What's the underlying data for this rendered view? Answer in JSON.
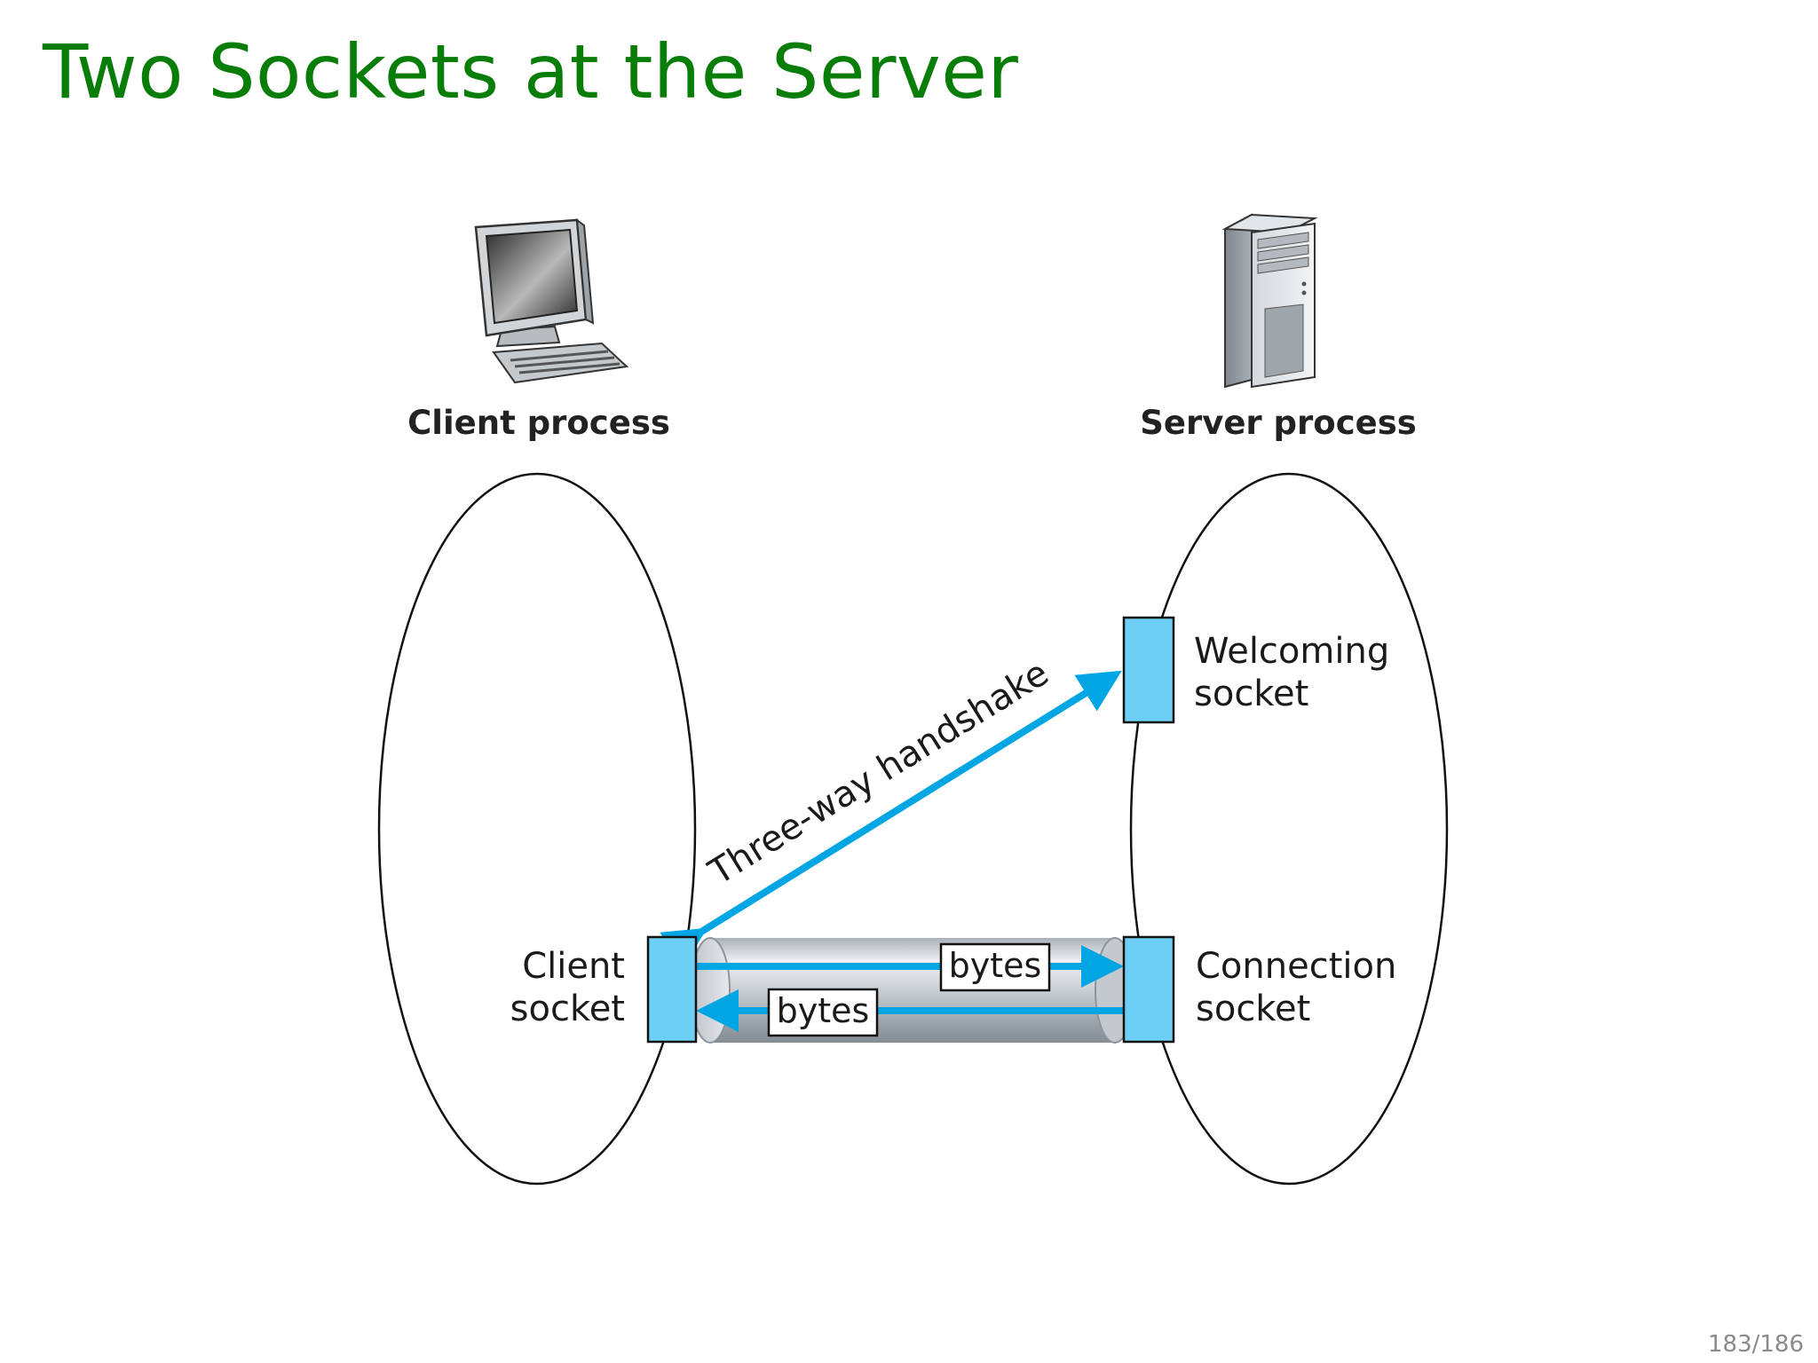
{
  "slide": {
    "title": "Two Sockets at the Server",
    "page_number": "183/186"
  },
  "client": {
    "process_label": "Client process",
    "socket_label_line1": "Client",
    "socket_label_line2": "socket",
    "icon": "desktop-computer-icon"
  },
  "server": {
    "process_label": "Server process",
    "welcoming_label_line1": "Welcoming",
    "welcoming_label_line2": "socket",
    "connection_label_line1": "Connection",
    "connection_label_line2": "socket",
    "icon": "server-tower-icon"
  },
  "links": {
    "handshake_label": "Three-way handshake",
    "bytes_to_server": "bytes",
    "bytes_to_client": "bytes"
  },
  "colors": {
    "title": "#087d08",
    "socket_fill": "#6dcff6",
    "arrow": "#00a6e3"
  }
}
